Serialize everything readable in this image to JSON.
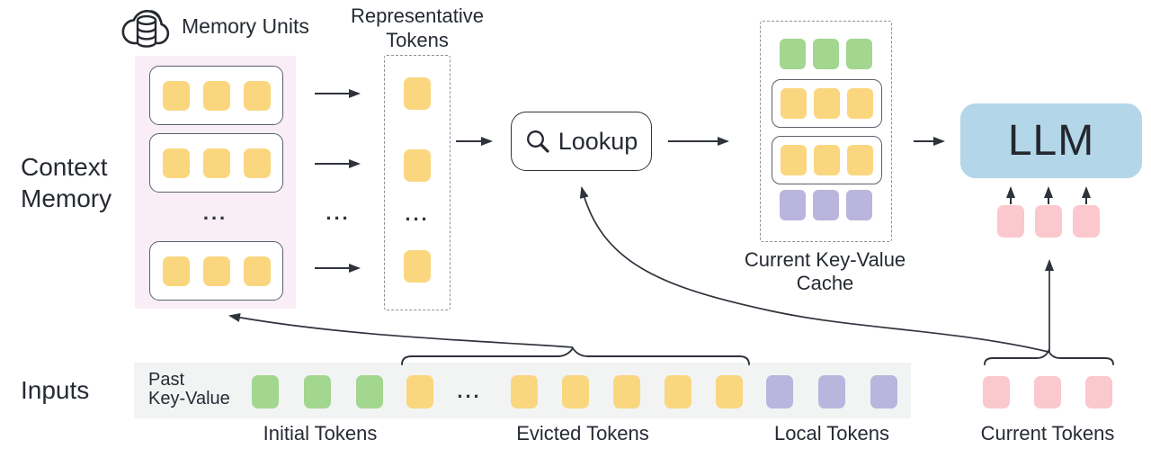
{
  "figure": {
    "type": "architecture-diagram",
    "description": "Context memory pipeline: past key-value tokens are stored as memory units, representative tokens are looked up to build the current key-value cache fed to the LLM"
  },
  "labels": {
    "memory_units": "Memory Units",
    "representative_tokens": "Representative\nTokens",
    "context_memory": "Context\nMemory",
    "lookup": "Lookup",
    "current_kv_cache": "Current Key-Value\nCache",
    "llm": "LLM",
    "inputs": "Inputs",
    "past_key_value": "Past\nKey-Value",
    "initial_tokens": "Initial Tokens",
    "evicted_tokens": "Evicted Tokens",
    "local_tokens": "Local Tokens",
    "current_tokens": "Current Tokens",
    "ellipsis": "..."
  },
  "colors": {
    "memory_token_yellow": "#FAD77F",
    "initial_token_green": "#A3D68F",
    "local_token_purple": "#B9B5DC",
    "current_token_pink": "#FBC8CD",
    "llm_box_blue": "#B3D6E8",
    "memory_panel_pink": "#F9EDF6",
    "input_strip_gray": "#F2F4F4",
    "line_dark": "#2F333C"
  },
  "tokens": {
    "memory_row": {
      "count": 3,
      "color": "#FAD77F"
    },
    "rep_single": {
      "count": 1,
      "color": "#FAD77F"
    },
    "cache_initial": {
      "count": 3,
      "color": "#A3D68F"
    },
    "cache_evicted_row": {
      "count": 3,
      "color": "#FAD77F"
    },
    "cache_local": {
      "count": 3,
      "color": "#B9B5DC"
    },
    "llm_current": {
      "count": 3,
      "color": "#FBC8CD"
    },
    "strip_initial": {
      "count": 3,
      "color": "#A3D68F"
    },
    "strip_evicted_head": {
      "count": 1,
      "color": "#FAD77F"
    },
    "strip_evicted_tail": {
      "count": 5,
      "color": "#FAD77F"
    },
    "strip_local": {
      "count": 3,
      "color": "#B9B5DC"
    },
    "strip_current": {
      "count": 3,
      "color": "#FBC8CD"
    }
  }
}
